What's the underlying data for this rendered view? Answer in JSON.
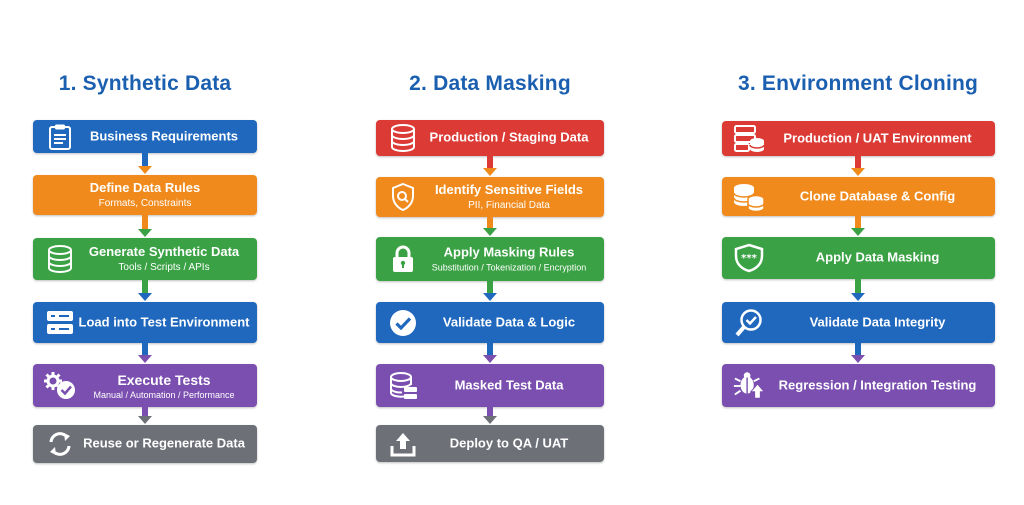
{
  "colors": {
    "title": "#1b5fb0",
    "blue": "#1f68be",
    "orange": "#f08a1c",
    "green": "#3aa144",
    "purple": "#7b4fb0",
    "gray": "#6e7078",
    "red": "#dc3a35",
    "navy": "#2f3f9e"
  },
  "columns": [
    {
      "title": "1. Synthetic Data",
      "steps": [
        {
          "label": "Business Requirements",
          "sub": "",
          "color": "blue",
          "icon": "clipboard-icon"
        },
        {
          "label": "Define Data Rules",
          "sub": "Formats, Constraints",
          "color": "orange",
          "icon": ""
        },
        {
          "label": "Generate Synthetic Data",
          "sub": "Tools / Scripts / APIs",
          "color": "green",
          "icon": "database-icon"
        },
        {
          "label": "Load into Test Environment",
          "sub": "",
          "color": "blue",
          "icon": "server-icon"
        },
        {
          "label": "Execute Tests",
          "sub": "Manual / Automation / Performance",
          "color": "purple",
          "icon": "gear-check-icon"
        },
        {
          "label": "Reuse or Regenerate Data",
          "sub": "",
          "color": "gray",
          "icon": "refresh-icon"
        }
      ]
    },
    {
      "title": "2. Data Masking",
      "steps": [
        {
          "label": "Production / Staging Data",
          "sub": "",
          "color": "red",
          "icon": "database-icon"
        },
        {
          "label": "Identify Sensitive Fields",
          "sub": "PII, Financial Data",
          "color": "orange",
          "icon": "shield-search-icon"
        },
        {
          "label": "Apply Masking Rules",
          "sub": "Substitution / Tokenization / Encryption",
          "color": "green",
          "icon": "lock-icon"
        },
        {
          "label": "Validate Data & Logic",
          "sub": "",
          "color": "blue",
          "icon": "check-circle-icon"
        },
        {
          "label": "Masked Test Data",
          "sub": "",
          "color": "purple",
          "icon": "database-server-icon"
        },
        {
          "label": "Deploy to QA / UAT",
          "sub": "",
          "color": "gray",
          "icon": "upload-icon"
        }
      ]
    },
    {
      "title": "3. Environment Cloning",
      "steps": [
        {
          "label": "Production / UAT Environment",
          "sub": "",
          "color": "red",
          "icon": "server-database-icon"
        },
        {
          "label": "Clone Database & Config",
          "sub": "",
          "color": "orange",
          "icon": "clone-database-icon"
        },
        {
          "label": "Apply Data Masking",
          "sub": "",
          "color": "green",
          "icon": "shield-mask-icon"
        },
        {
          "label": "Validate Data Integrity",
          "sub": "",
          "color": "blue",
          "icon": "magnifier-check-icon"
        },
        {
          "label": "Regression / Integration Testing",
          "sub": "",
          "color": "purple",
          "icon": "bug-upload-icon"
        }
      ]
    }
  ]
}
